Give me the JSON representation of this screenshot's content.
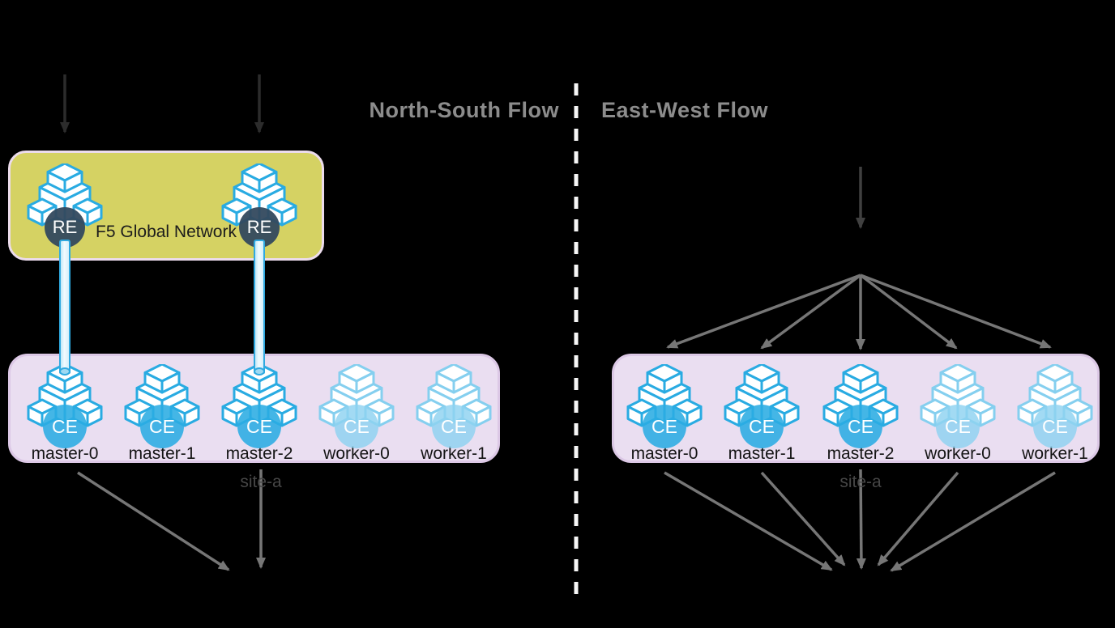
{
  "titles": {
    "north_south": "North-South Flow",
    "east_west": "East-West Flow"
  },
  "global_network": {
    "label": "F5 Global Network",
    "nodes": [
      {
        "badge": "RE"
      },
      {
        "badge": "RE"
      }
    ]
  },
  "sites": {
    "north_south": {
      "name": "site-a",
      "nodes": [
        {
          "label": "master-0",
          "badge": "CE",
          "type": "master"
        },
        {
          "label": "master-1",
          "badge": "CE",
          "type": "master"
        },
        {
          "label": "master-2",
          "badge": "CE",
          "type": "master"
        },
        {
          "label": "worker-0",
          "badge": "CE",
          "type": "worker"
        },
        {
          "label": "worker-1",
          "badge": "CE",
          "type": "worker"
        }
      ]
    },
    "east_west": {
      "name": "site-a",
      "nodes": [
        {
          "label": "master-0",
          "badge": "CE",
          "type": "master"
        },
        {
          "label": "master-1",
          "badge": "CE",
          "type": "master"
        },
        {
          "label": "master-2",
          "badge": "CE",
          "type": "master"
        },
        {
          "label": "worker-0",
          "badge": "CE",
          "type": "worker"
        },
        {
          "label": "worker-1",
          "badge": "CE",
          "type": "worker"
        }
      ]
    }
  },
  "colors": {
    "node_accent": "#29abe2",
    "worker_accent": "#85cfef",
    "re_badge": "#33495e",
    "network_box_fill": "#d5d263",
    "site_box_fill": "#eadef1",
    "site_box_border": "#dcc8e6",
    "arrow_gray": "#767676",
    "arrow_dark": "#2c2c2c",
    "title_gray": "#8c8c8c",
    "pipe_blue": "#2fa9e0"
  }
}
